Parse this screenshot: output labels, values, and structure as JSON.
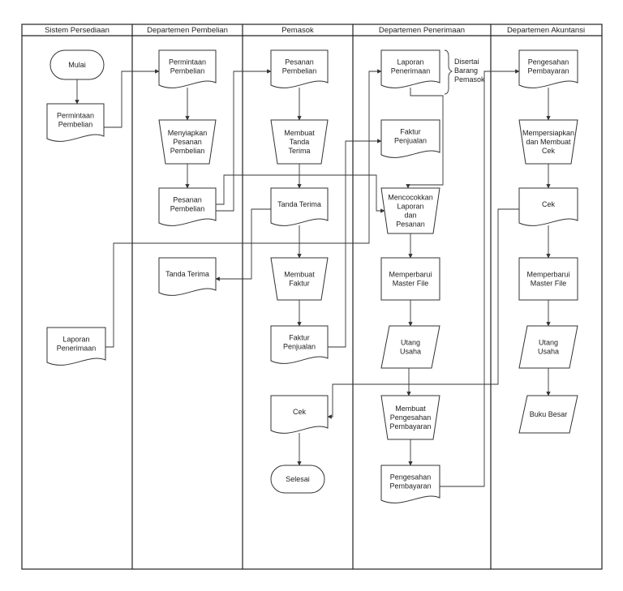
{
  "lanes": [
    {
      "id": "sp",
      "title": "Sistem Persediaan"
    },
    {
      "id": "pb",
      "title": "Departemen Pembelian"
    },
    {
      "id": "ps",
      "title": "Pemasok"
    },
    {
      "id": "pn",
      "title": "Departemen Penerimaan"
    },
    {
      "id": "ak",
      "title": "Departemen Akuntansi"
    }
  ],
  "nodes": [
    {
      "id": "mulai",
      "shape": "terminator",
      "lines": [
        "Mulai"
      ]
    },
    {
      "id": "sp_permintaan",
      "shape": "document",
      "lines": [
        "Permintaan",
        "Pembelian"
      ]
    },
    {
      "id": "sp_laporan",
      "shape": "document",
      "lines": [
        "Laporan",
        "Penerimaan"
      ]
    },
    {
      "id": "pb_permintaan",
      "shape": "document",
      "lines": [
        "Permintaan",
        "Pembelian"
      ]
    },
    {
      "id": "pb_menyiapkan",
      "shape": "manual",
      "lines": [
        "Menyiapkan",
        "Pesanan",
        "Pembelian"
      ]
    },
    {
      "id": "pb_pesanan",
      "shape": "document",
      "lines": [
        "Pesanan",
        "Pembelian"
      ]
    },
    {
      "id": "pb_tanda",
      "shape": "document",
      "lines": [
        "Tanda Terima"
      ]
    },
    {
      "id": "ps_pesanan",
      "shape": "document",
      "lines": [
        "Pesanan",
        "Pembelian"
      ]
    },
    {
      "id": "ps_membuat_tanda",
      "shape": "manual",
      "lines": [
        "Membuat",
        "Tanda",
        "Terima"
      ]
    },
    {
      "id": "ps_tanda",
      "shape": "document",
      "lines": [
        "Tanda Terima"
      ]
    },
    {
      "id": "ps_membuat_faktur",
      "shape": "manual",
      "lines": [
        "Membuat",
        "Faktur"
      ]
    },
    {
      "id": "ps_faktur",
      "shape": "document",
      "lines": [
        "Faktur",
        "Penjualan"
      ]
    },
    {
      "id": "ps_cek",
      "shape": "document",
      "lines": [
        "Cek"
      ]
    },
    {
      "id": "selesai",
      "shape": "terminator",
      "lines": [
        "Selesai"
      ]
    },
    {
      "id": "pn_laporan",
      "shape": "document",
      "lines": [
        "Laporan",
        "Penerimaan"
      ]
    },
    {
      "id": "pn_faktur",
      "shape": "document",
      "lines": [
        "Faktur",
        "Penjualan"
      ]
    },
    {
      "id": "pn_mencocokkan",
      "shape": "manual",
      "lines": [
        "Mencocokkan",
        "Laporan",
        "dan",
        "Pesanan"
      ]
    },
    {
      "id": "pn_memperbarui",
      "shape": "process",
      "lines": [
        "Memperbarui",
        "Master File"
      ]
    },
    {
      "id": "pn_utang",
      "shape": "data",
      "lines": [
        "Utang",
        "Usaha"
      ]
    },
    {
      "id": "pn_membuat",
      "shape": "manual",
      "lines": [
        "Membuat",
        "Pengesahan",
        "Pembayaran"
      ]
    },
    {
      "id": "pn_pengesahan",
      "shape": "document",
      "lines": [
        "Pengesahan",
        "Pembayaran"
      ]
    },
    {
      "id": "ak_pengesahan",
      "shape": "document",
      "lines": [
        "Pengesahan",
        "Pembayaran"
      ]
    },
    {
      "id": "ak_mempersiapkan",
      "shape": "manual",
      "lines": [
        "Mempersiapkan",
        "dan Membuat",
        "Cek"
      ]
    },
    {
      "id": "ak_cek",
      "shape": "document",
      "lines": [
        "Cek"
      ]
    },
    {
      "id": "ak_memperbarui",
      "shape": "process",
      "lines": [
        "Memperbarui",
        "Master File"
      ]
    },
    {
      "id": "ak_utang",
      "shape": "data",
      "lines": [
        "Utang",
        "Usaha"
      ]
    },
    {
      "id": "ak_buku",
      "shape": "data",
      "lines": [
        "Buku Besar"
      ]
    }
  ],
  "annotation": {
    "lines": [
      "Disertai",
      "Barang",
      "Pemasok"
    ]
  },
  "edges": [
    {
      "from": "mulai",
      "to": "sp_permintaan"
    },
    {
      "from": "sp_permintaan",
      "to": "pb_permintaan"
    },
    {
      "from": "pb_permintaan",
      "to": "pb_menyiapkan"
    },
    {
      "from": "pb_menyiapkan",
      "to": "pb_pesanan"
    },
    {
      "from": "pb_pesanan",
      "to": "ps_pesanan"
    },
    {
      "from": "pb_pesanan",
      "to": "pn_mencocokkan"
    },
    {
      "from": "ps_pesanan",
      "to": "ps_membuat_tanda"
    },
    {
      "from": "ps_membuat_tanda",
      "to": "ps_tanda"
    },
    {
      "from": "ps_tanda",
      "to": "pb_tanda"
    },
    {
      "from": "ps_tanda",
      "to": "ps_membuat_faktur"
    },
    {
      "from": "ps_membuat_faktur",
      "to": "ps_faktur"
    },
    {
      "from": "ps_faktur",
      "to": "pn_faktur"
    },
    {
      "from": "sp_laporan",
      "to": "pn_laporan"
    },
    {
      "from": "pn_laporan",
      "to": "pn_mencocokkan"
    },
    {
      "from": "pn_mencocokkan",
      "to": "pn_memperbarui"
    },
    {
      "from": "pn_memperbarui",
      "to": "pn_utang"
    },
    {
      "from": "pn_utang",
      "to": "pn_membuat"
    },
    {
      "from": "pn_membuat",
      "to": "pn_pengesahan"
    },
    {
      "from": "pn_pengesahan",
      "to": "ak_pengesahan"
    },
    {
      "from": "ak_pengesahan",
      "to": "ak_mempersiapkan"
    },
    {
      "from": "ak_mempersiapkan",
      "to": "ak_cek"
    },
    {
      "from": "ak_cek",
      "to": "ps_cek"
    },
    {
      "from": "ak_cek",
      "to": "ak_memperbarui"
    },
    {
      "from": "ak_memperbarui",
      "to": "ak_utang"
    },
    {
      "from": "ak_utang",
      "to": "ak_buku"
    },
    {
      "from": "ps_cek",
      "to": "selesai"
    }
  ]
}
